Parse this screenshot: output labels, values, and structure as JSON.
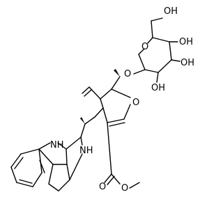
{
  "atoms": {
    "o_ch2oh": "OH",
    "o_ring_sugar": "O",
    "oh_4": "OH",
    "oh_3": "OH",
    "oh_2": "OH",
    "o_glycosidic": "O",
    "o_ring_pyran": "O",
    "nh_indole": "NH",
    "nh_amine": "NH",
    "o_carbonyl": "O",
    "o_ester": "O"
  }
}
